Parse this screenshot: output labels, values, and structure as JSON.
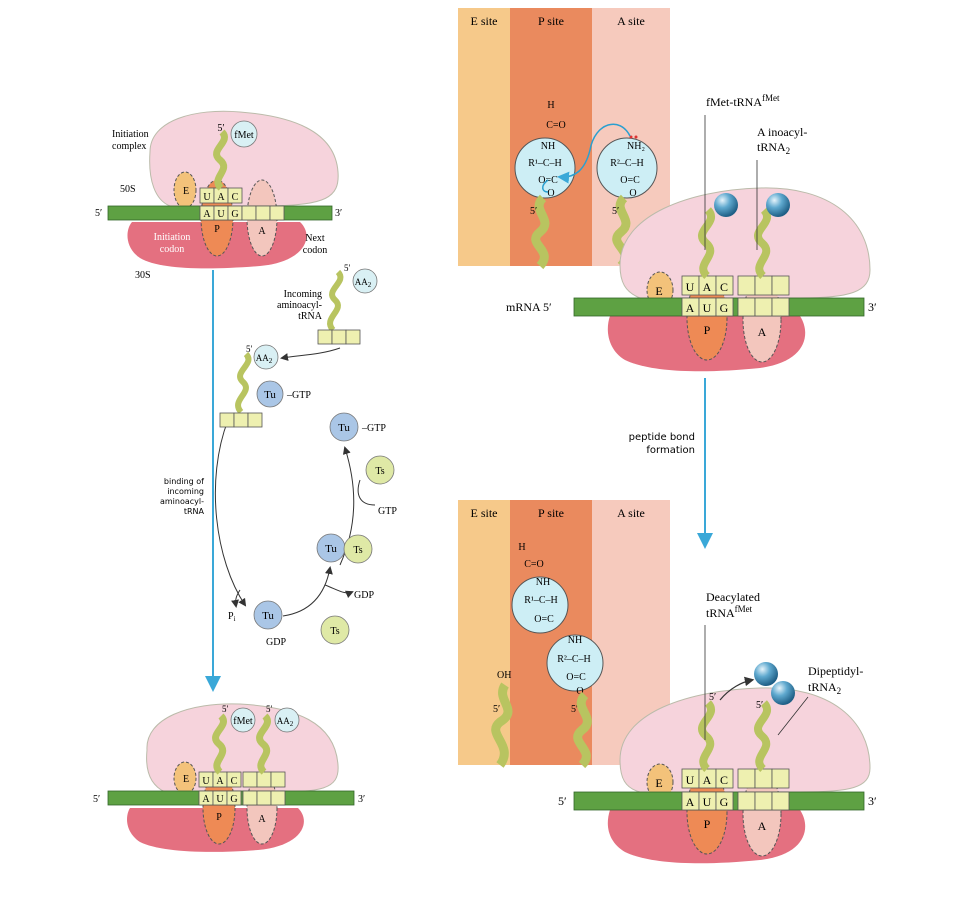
{
  "panel_initiation": {
    "initiation_complex": [
      "Initiation",
      "complex"
    ],
    "fmet": "fMet",
    "five_prime": "5′",
    "three_prime": "3′",
    "label_50s": "50S",
    "label_30s": "30S",
    "site_e": "E",
    "site_p": "P",
    "site_a": "A",
    "anticodon": [
      "U",
      "A",
      "C"
    ],
    "codon": [
      "A",
      "U",
      "G"
    ],
    "initiation_codon": [
      "Initiation",
      "codon"
    ],
    "next_codon": [
      "Next",
      "codon"
    ]
  },
  "cycle": {
    "incoming": [
      "Incoming",
      "aminoacyl-",
      "tRNA"
    ],
    "aa2": "AA",
    "aa2_sub": "2",
    "tu": "Tu",
    "ts": "Ts",
    "gtp": "GTP",
    "gdp": "GDP",
    "pi": "P",
    "pi_sub": "i",
    "binding_label": [
      "binding of",
      "incoming",
      "aminoacyl-",
      "tRNA"
    ]
  },
  "panel_top_right": {
    "e_site": "E site",
    "p_site": "P site",
    "a_site": "A site",
    "fmet_trna": "fMet-tRNA",
    "fmet_sup": "fMet",
    "aminoacyl": [
      "A  inoacyl-",
      "tRNA"
    ],
    "aminoacyl_sub": "2",
    "mrna": "mRNA 5′",
    "three_prime": "3′",
    "chem_left": {
      "h": "H",
      "c_o": "C=O",
      "nh": "NH",
      "r1": "R¹–C–H",
      "oc": "O=C",
      "o": "O"
    },
    "chem_right": {
      "nh2": "NH₂",
      "r2": "R²–C–H",
      "oc": "O=C",
      "o": "O"
    }
  },
  "arrow_label": [
    "peptide bond",
    "formation"
  ],
  "panel_bottom_right": {
    "e_site": "E site",
    "p_site": "P site",
    "a_site": "A site",
    "oh": "OH",
    "deacylated": [
      "Deacylated",
      "tRNA"
    ],
    "deacylated_sup": "fMet",
    "dipeptidyl": [
      "Dipeptidyl-",
      "tRNA"
    ],
    "dipeptidyl_sub": "2",
    "five_prime": "5′",
    "three_prime": "3′",
    "chem": {
      "h": "H",
      "c_o": "C=O",
      "nh": "NH",
      "r1": "R¹–C–H",
      "oc1": "O=C",
      "nh2": "NH",
      "r2": "R²–C–H",
      "oc2": "O=C",
      "o": "O"
    }
  }
}
